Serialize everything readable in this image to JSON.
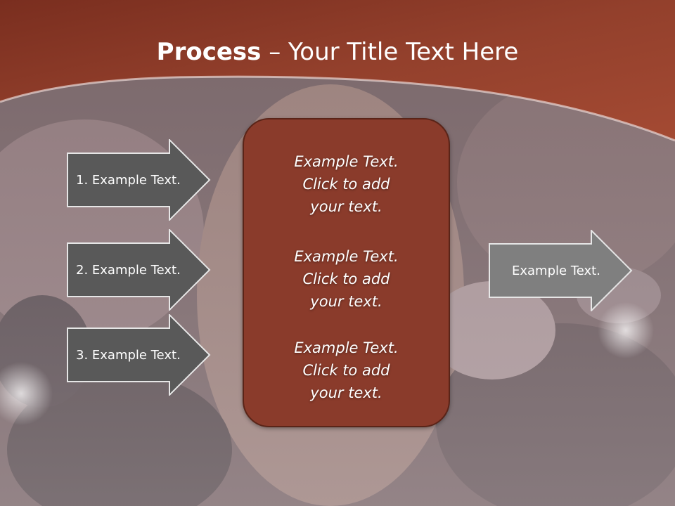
{
  "title": {
    "bold": "Process",
    "dash": " – ",
    "rest": "Your Title Text Here"
  },
  "left_arrows": [
    {
      "label": "1. Example Text."
    },
    {
      "label": "2. Example Text."
    },
    {
      "label": "3. Example Text."
    }
  ],
  "panel": {
    "blocks": [
      "Example Text.\nClick  to add\nyour text.",
      "Example Text.\nClick  to add\nyour text.",
      "Example Text.\nClick  to add\nyour text."
    ]
  },
  "right_arrow": {
    "label": "Example Text."
  },
  "colors": {
    "header": "#8e3a28",
    "panel": "#8a3b2b",
    "left_arrow": "#595959",
    "right_arrow": "#7f7f7f",
    "background": "#7a6466"
  }
}
